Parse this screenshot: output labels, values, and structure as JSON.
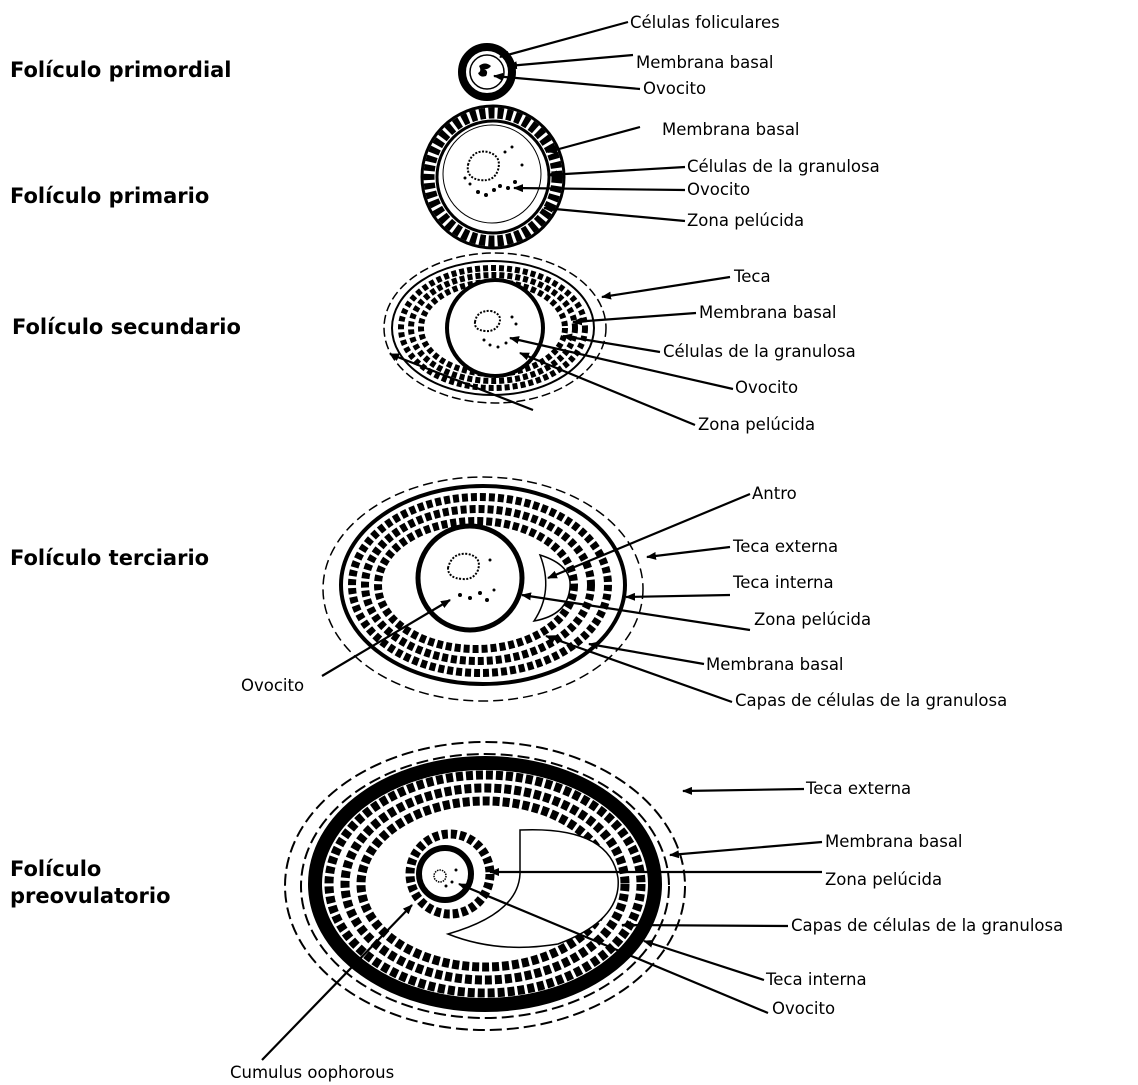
{
  "stages": [
    {
      "title": "Folículo primordial"
    },
    {
      "title": "Folículo primario"
    },
    {
      "title": "Folículo secundario"
    },
    {
      "title": "Folículo terciario"
    },
    {
      "title": "Folículo\npreovulatorio"
    }
  ],
  "labels": {
    "primordial": [
      "Células foliculares",
      "Membrana basal",
      "Ovocito"
    ],
    "primario": [
      "Membrana basal",
      "Células de la granulosa",
      "Ovocito",
      "Zona pelúcida"
    ],
    "secundario": [
      "Teca",
      "Membrana basal",
      "Células de la granulosa",
      "Ovocito",
      "Zona pelúcida"
    ],
    "terciario": [
      "Antro",
      "Teca externa",
      "Teca interna",
      "Zona pelúcida",
      "Membrana basal",
      "Capas de células de la granulosa",
      "Ovocito"
    ],
    "preovulatorio": [
      "Teca externa",
      "Membrana basal",
      "Zona pelúcida",
      "Capas de células de la granulosa",
      "Teca interna",
      "Ovocito",
      "Cumulus oophorous"
    ]
  }
}
